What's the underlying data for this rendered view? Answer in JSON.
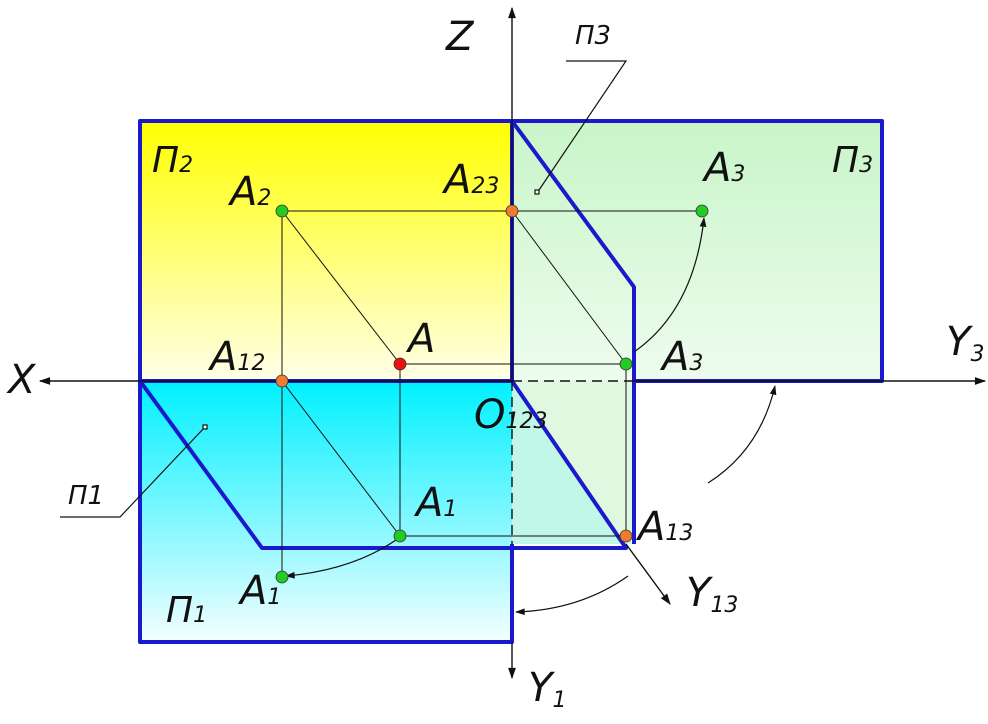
{
  "labels": {
    "axis_z": "Z",
    "axis_x": "X",
    "axis_y3": {
      "main": "Y",
      "sub": "3"
    },
    "axis_y1": {
      "main": "Y",
      "sub": "1"
    },
    "axis_y13": {
      "main": "Y",
      "sub": "13"
    },
    "origin": {
      "main": "O",
      "sub": "123"
    },
    "plane_p2": {
      "main": "П",
      "sub": "2"
    },
    "plane_p3": {
      "main": "П",
      "sub": "3"
    },
    "plane_p1_bottom": {
      "main": "П",
      "sub": "1"
    },
    "callout_p3": "П3",
    "callout_p1": "П1",
    "point_a": "A",
    "point_a2": {
      "main": "A",
      "sub": "2"
    },
    "point_a23": {
      "main": "A",
      "sub": "23"
    },
    "point_a3_top": {
      "main": "A",
      "sub": "3"
    },
    "point_a3_mid": {
      "main": "A",
      "sub": "3"
    },
    "point_a12": {
      "main": "A",
      "sub": "12"
    },
    "point_a1_mid": {
      "main": "A",
      "sub": "1"
    },
    "point_a13": {
      "main": "A",
      "sub": "13"
    },
    "point_a1_low": {
      "main": "A",
      "sub": "1"
    }
  },
  "colors": {
    "frame_blue": "#1a1acc",
    "p2_fill_top": "#ffff00",
    "p2_fill_bottom": "#ffffe8",
    "p3_fill_top": "#c8f5c8",
    "p3_fill_bottom": "#eefcee",
    "p1_fill_top": "#00f0ff",
    "p1_fill_bottom": "#f4feff",
    "point_green": "#22cc22",
    "point_orange": "#f07a30",
    "point_red": "#ee1111"
  }
}
